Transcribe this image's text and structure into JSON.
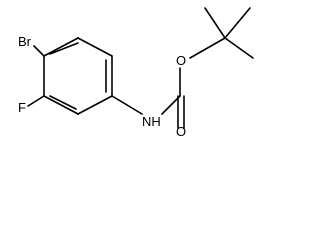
{
  "molecule": {
    "atoms": {
      "bromine": "Br",
      "fluorine": "F",
      "amine": "NH",
      "carbonyl_oxygen": "O",
      "ether_oxygen": "O"
    },
    "colors": {
      "bond": "#000000",
      "label": "#000000",
      "background": "#ffffff"
    }
  }
}
